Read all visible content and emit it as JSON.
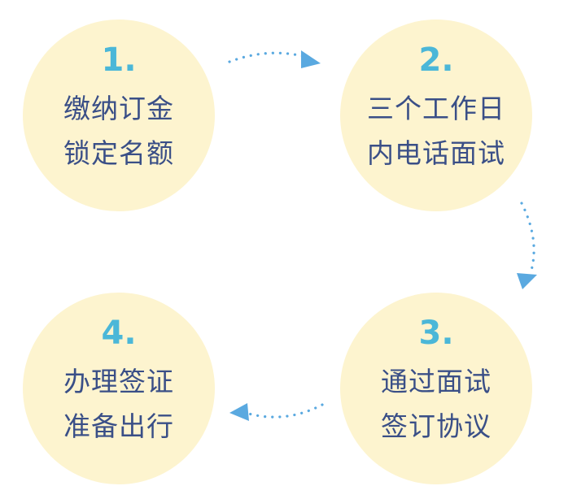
{
  "colors": {
    "circle_fill": "#fdf4cf",
    "number_color": "#4bb7d8",
    "text_color": "#3a4f87",
    "arrow_color": "#5aa9e0"
  },
  "steps": [
    {
      "number": "1.",
      "line1": "缴纳订金",
      "line2": "锁定名额"
    },
    {
      "number": "2.",
      "line1": "三个工作日",
      "line2": "内电话面试"
    },
    {
      "number": "3.",
      "line1": "通过面试",
      "line2": "签订协议"
    },
    {
      "number": "4.",
      "line1": "办理签证",
      "line2": "准备出行"
    }
  ]
}
